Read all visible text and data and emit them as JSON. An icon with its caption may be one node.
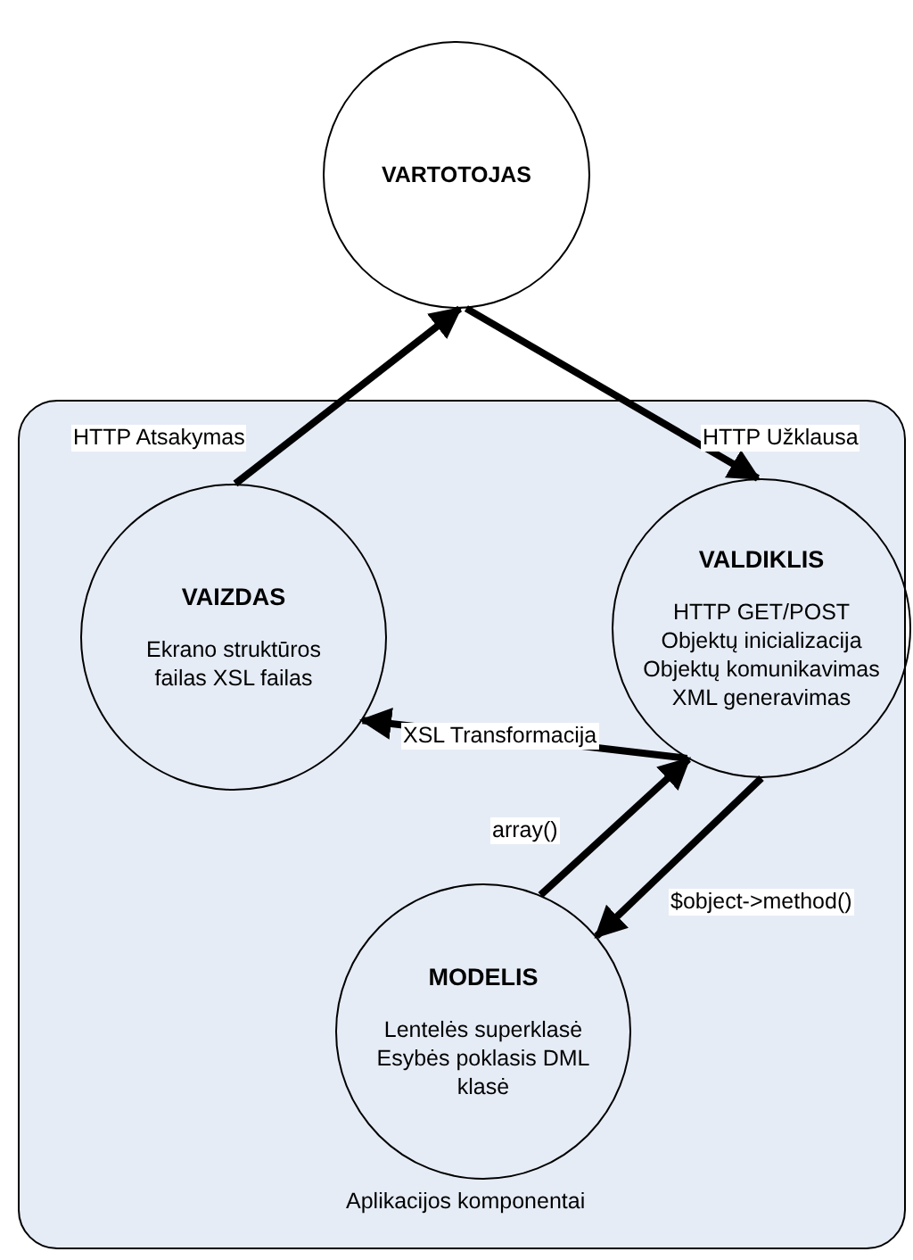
{
  "diagram": {
    "nodes": [
      {
        "text": [
          "VARTOTOJAS"
        ]
      },
      {
        "text": [
          "Aplikacijos komponentai"
        ]
      },
      {
        "text": [
          "VAIZDAS",
          "Ekrano struktūros failas XSL failas"
        ],
        "in": 1
      },
      {
        "text": [
          "VALDIKLIS",
          "HTTP GET/POST Objektų inicializacija Objektų komunikavimas XML generavimas"
        ],
        "in": 1
      },
      {
        "text": [
          "MODELIS",
          "Lentelės superklasė Esybės poklasis DML klasė"
        ],
        "in": 1
      }
    ],
    "edges": [
      {
        "from": 2,
        "to": 0,
        "arrow": "to",
        "label": "HTTP Atsakymas"
      },
      {
        "from": 0,
        "to": 3,
        "arrow": "to",
        "label": "HTTP Užklausa"
      },
      {
        "from": 3,
        "to": 2,
        "arrow": "to",
        "label": "XSL Transformacija"
      },
      {
        "from": 4,
        "to": 3,
        "arrow": "to",
        "label": "array()"
      },
      {
        "from": 3,
        "to": 4,
        "arrow": "to",
        "label": "$object->method()"
      }
    ]
  }
}
